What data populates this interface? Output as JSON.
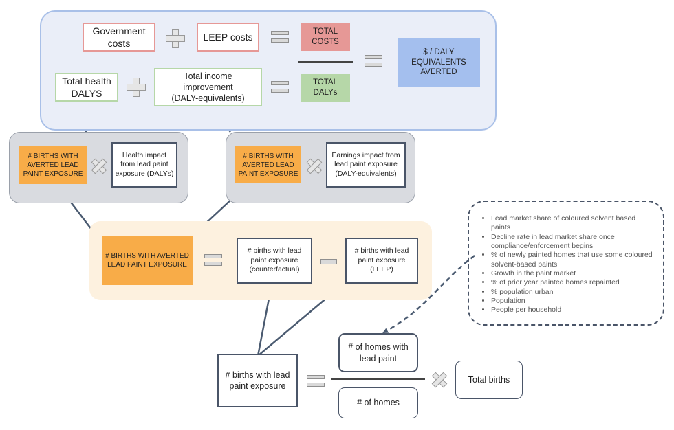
{
  "top": {
    "government_costs": "Government\ncosts",
    "leep_costs": "LEEP costs",
    "total_costs": "TOTAL\nCOSTS",
    "total_health_dalys": "Total health\nDALYS",
    "total_income": "Total income\nimprovement\n(DALY-equivalents)",
    "total_dalys": "TOTAL\nDALYs",
    "result": "$ / DALY\nEQUIVALENTS\nAVERTED"
  },
  "left_panel": {
    "births_averted": "# BIRTHS WITH\nAVERTED LEAD\nPAINT EXPOSURE",
    "health_impact": "Health impact\nfrom lead paint\nexposure (DALYs)"
  },
  "right_panel": {
    "births_averted": "# BIRTHS WITH\nAVERTED LEAD\nPAINT EXPOSURE",
    "earnings_impact": "Earnings impact from\nlead paint exposure\n(DALY-equivalents)"
  },
  "middle": {
    "births_averted": "# BIRTHS WITH AVERTED\nLEAD PAINT EXPOSURE",
    "counterfactual": "# births with lead\npaint exposure\n(counterfactual)",
    "leep": "# births with lead\npaint exposure\n(LEEP)"
  },
  "bottom": {
    "births_lead": "# births with lead\npaint exposure",
    "homes_with_lead": "# of homes with\nlead paint",
    "homes": "# of homes",
    "total_births": "Total births"
  },
  "bullets": [
    "Lead market share of coloured solvent based paints",
    "Decline rate in lead market share once compliance/enforcement begins",
    "% of newly painted homes that use some coloured solvent-based paints",
    "Growth in the paint market",
    "% of prior year painted homes repainted",
    "% population urban",
    "Population",
    "People per household"
  ],
  "colors": {
    "top_panel_bg": "#eaeef8",
    "top_panel_border": "#a9c0e8",
    "gray_panel_bg": "#d9dbe0",
    "peach_panel_bg": "#fdf1df",
    "orange": "#f8ac48",
    "red_fill": "#e69896",
    "green_fill": "#b6d7a8",
    "blue_fill": "#a4bfee",
    "red_border": "#e69896",
    "green_border": "#b6d7a8",
    "dark_border": "#4a5568",
    "arrow": "#4a5a70"
  }
}
